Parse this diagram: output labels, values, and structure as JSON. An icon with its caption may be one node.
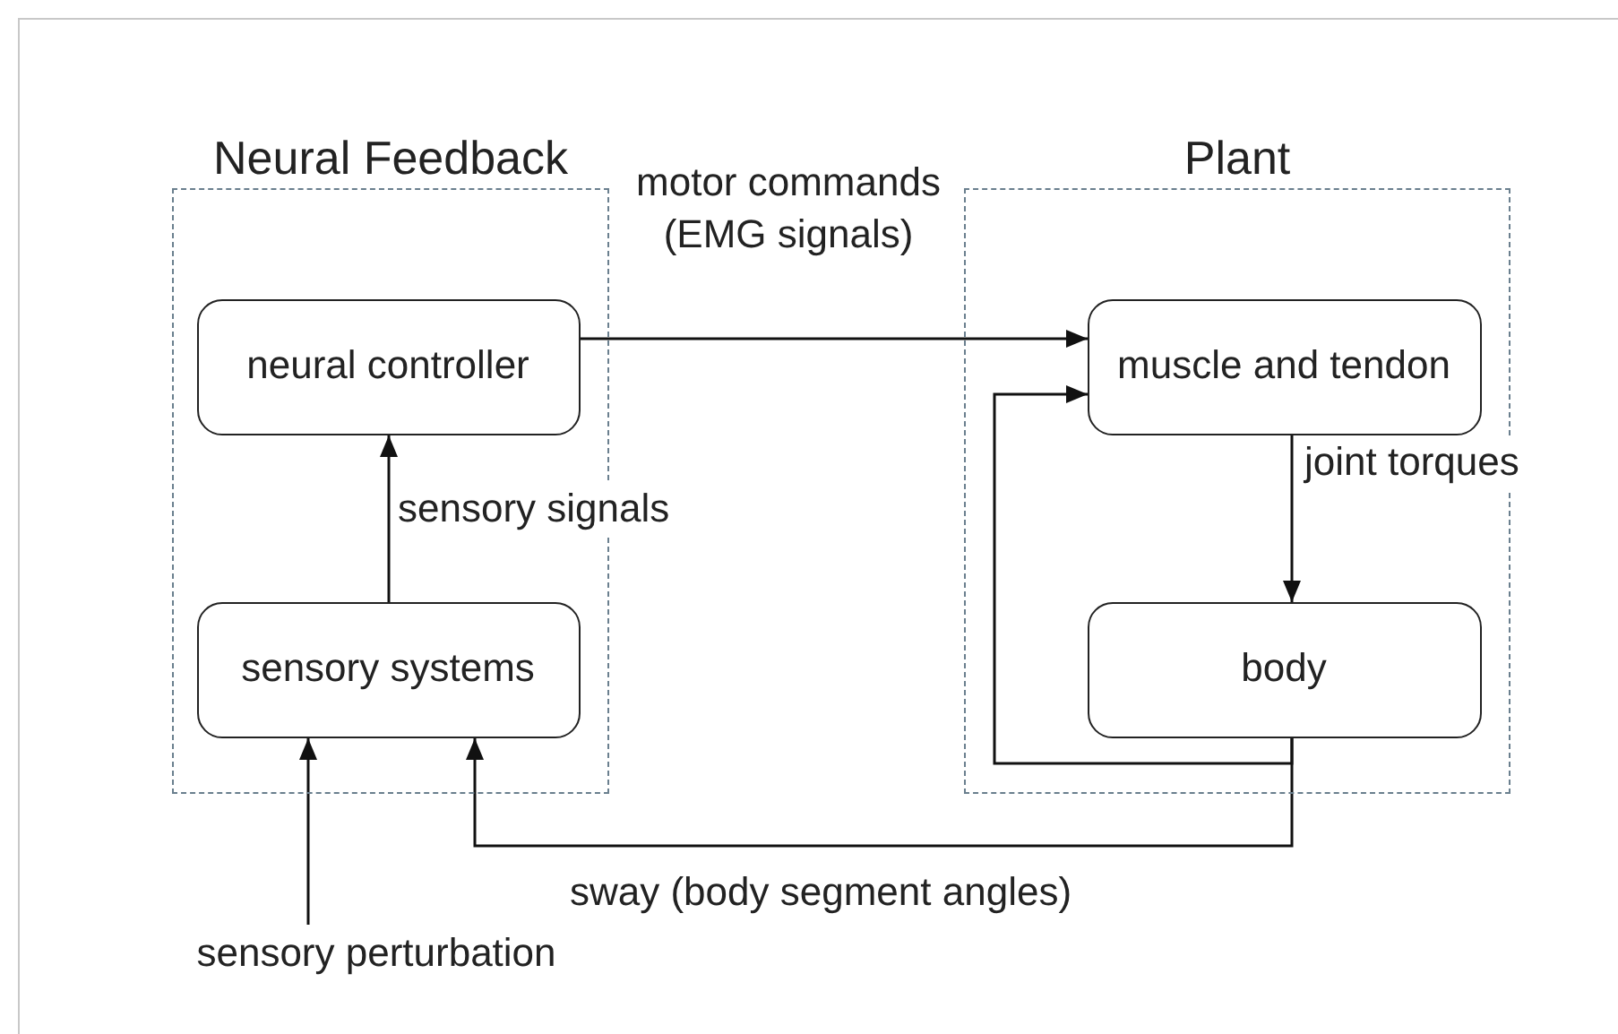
{
  "diagram": {
    "nodes": [
      {
        "text": [
          "Neural Feedback"
        ]
      },
      {
        "text": [
          "neural controller"
        ],
        "in": 0
      },
      {
        "text": [
          "sensory systems"
        ],
        "in": 0
      },
      {
        "text": [
          "Plant"
        ]
      },
      {
        "text": [
          "muscle and tendon"
        ],
        "in": 3
      },
      {
        "text": [
          "body"
        ],
        "in": 3
      },
      {
        "text": [
          "sensory perturbation"
        ]
      }
    ],
    "edges": [
      {
        "from": 1,
        "to": 4,
        "arrow": "to",
        "label": "motor commands (EMG signals)"
      },
      {
        "from": 2,
        "to": 1,
        "arrow": "to",
        "label": "sensory signals"
      },
      {
        "from": 4,
        "to": 5,
        "arrow": "to",
        "label": "joint torques"
      },
      {
        "from": 5,
        "to": 4,
        "arrow": "to"
      },
      {
        "from": 5,
        "to": 2,
        "arrow": "to",
        "label": "sway (body segment angles)"
      },
      {
        "from": 6,
        "to": 2,
        "arrow": "to"
      }
    ]
  }
}
